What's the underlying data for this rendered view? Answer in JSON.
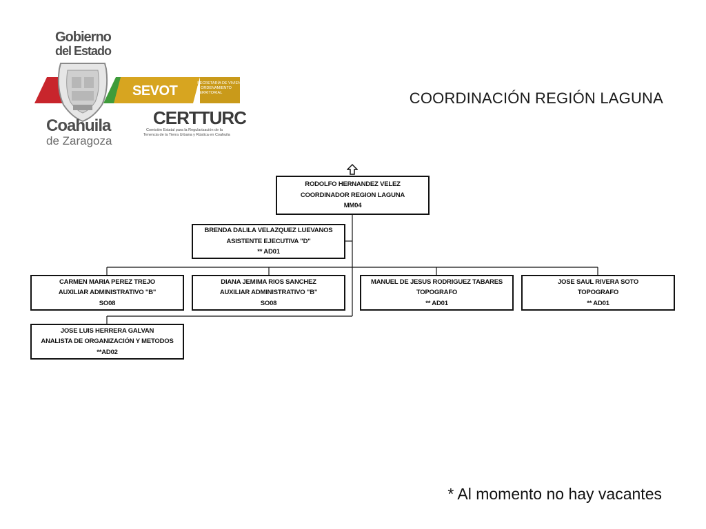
{
  "header": {
    "logo": {
      "gobierno_line1": "Gobierno",
      "gobierno_line2": "del Estado",
      "state": "Coahuila",
      "state_sub": "de Zaragoza",
      "sevot": "SEVOT",
      "sevot_desc_1": "SECRETARÍA DE VIVIENDA",
      "sevot_desc_2": "Y ORDENAMIENTO",
      "sevot_desc_3": "TERRITORIAL",
      "certturc": "CERTTURC",
      "certturc_desc_1": "Comisión Estatal para la Regularización de la",
      "certturc_desc_2": "Tenencia de la Tierra Urbana y Rústica en Coahuila"
    },
    "title": "COORDINACIÓN REGIÓN LAGUNA"
  },
  "org_chart": {
    "root": {
      "name": "RODOLFO HERNANDEZ VELEZ",
      "position": "COORDINADOR REGION LAGUNA",
      "code": "MM04",
      "icon": "arrow-up-icon"
    },
    "assistant": {
      "name": "BRENDA DALILA VELAZQUEZ LUEVANOS",
      "position": "ASISTENTE EJECUTIVA \"D\"",
      "code": "** AD01"
    },
    "staff": [
      {
        "name": "CARMEN MARIA PEREZ TREJO",
        "position": "AUXILIAR ADMINISTRATIVO \"B\"",
        "code": "SO08"
      },
      {
        "name": "DIANA JEMIMA RIOS SANCHEZ",
        "position": "AUXILIAR ADMINISTRATIVO \"B\"",
        "code": "SO08"
      },
      {
        "name": "MANUEL DE JESUS RODRIGUEZ TABARES",
        "position": "TOPOGRAFO",
        "code": "** AD01"
      },
      {
        "name": "JOSE SAUL RIVERA SOTO",
        "position": "TOPOGRAFO",
        "code": "** AD01"
      }
    ],
    "analyst": {
      "name": "JOSE LUIS HERRERA GALVAN",
      "position": "ANALISTA DE ORGANIZACIÓN Y METODOS",
      "code": "**AD02"
    }
  },
  "footnote": "* Al momento no hay vacantes",
  "colors": {
    "red": "#c8252c",
    "green": "#3f9b3a",
    "gold": "#d7a520",
    "gray": "#5c5c5c"
  }
}
